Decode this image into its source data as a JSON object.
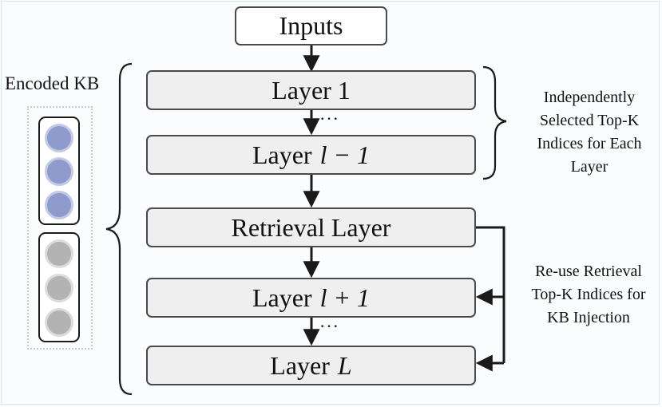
{
  "nodes": {
    "inputs": "Inputs",
    "layer1": "Layer 1",
    "layer_l_minus_1": {
      "word": "Layer",
      "math": "l − 1"
    },
    "retrieval_layer": "Retrieval Layer",
    "layer_l_plus_1": {
      "word": "Layer",
      "math": "l + 1"
    },
    "layer_L": {
      "word": "Layer",
      "math": "L"
    }
  },
  "ellipsis": "···",
  "encoded_kb": {
    "title": "Encoded KB",
    "groups": [
      {
        "color": "blue",
        "count": 3
      },
      {
        "color": "gray",
        "count": 3
      }
    ]
  },
  "annotations": {
    "independent": [
      "Independently",
      "Selected Top-K",
      "Indices for Each",
      "Layer"
    ],
    "reuse": [
      "Re-use Retrieval",
      "Top-K Indices for",
      "KB Injection"
    ]
  },
  "colors": {
    "box_fill": "#efefef",
    "box_border": "#4a4a4a",
    "kb_blue": "#8f9bcd",
    "kb_gray": "#b3b3b3",
    "arrow": "#1a1a1a"
  }
}
